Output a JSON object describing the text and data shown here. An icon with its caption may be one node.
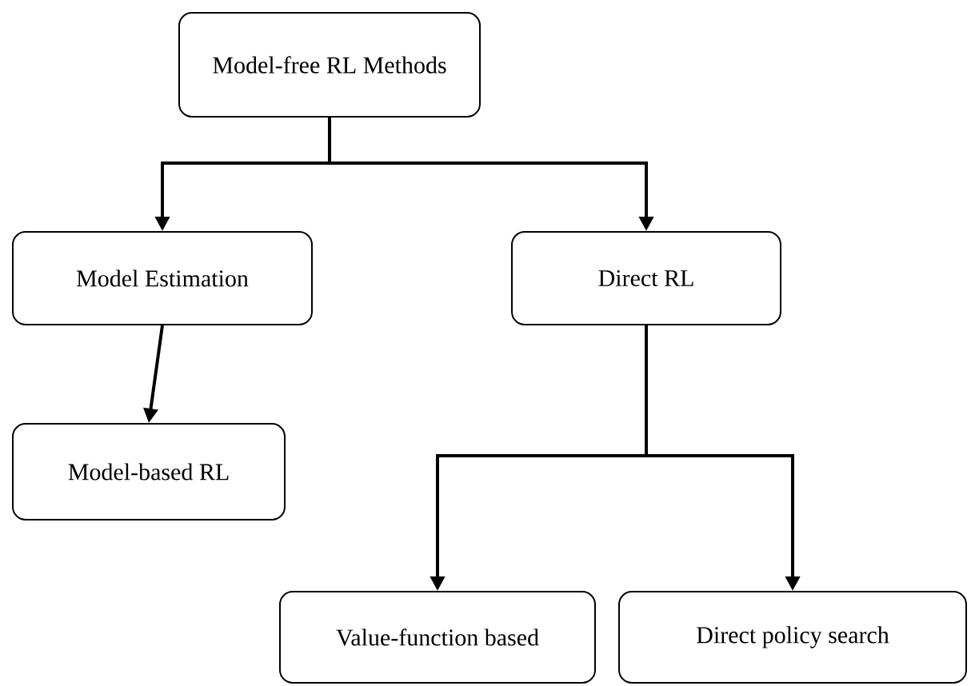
{
  "diagram": {
    "nodes": [
      {
        "text": [
          "Model-free RL Methods"
        ]
      },
      {
        "text": [
          "Model Estimation"
        ]
      },
      {
        "text": [
          "Direct RL"
        ]
      },
      {
        "text": [
          "Model-based RL"
        ]
      },
      {
        "text": [
          "Value-function based"
        ]
      },
      {
        "text": [
          "Direct policy  search"
        ]
      }
    ],
    "edges": [
      {
        "from": 0,
        "to": 1,
        "arrow": "to"
      },
      {
        "from": 0,
        "to": 2,
        "arrow": "to"
      },
      {
        "from": 1,
        "to": 3,
        "arrow": "to"
      },
      {
        "from": 2,
        "to": 4,
        "arrow": "to"
      },
      {
        "from": 2,
        "to": 5,
        "arrow": "to"
      }
    ]
  }
}
